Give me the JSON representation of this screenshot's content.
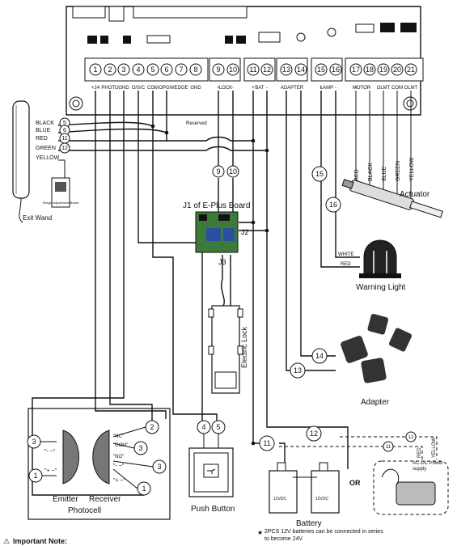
{
  "terminals": [
    {
      "n": "1",
      "label": "+24"
    },
    {
      "n": "2",
      "label": "PHOTO"
    },
    {
      "n": "3",
      "label": "GND"
    },
    {
      "n": "4",
      "label": "O/S/C"
    },
    {
      "n": "5",
      "label": "COM"
    },
    {
      "n": "6",
      "label": "OPGW"
    },
    {
      "n": "7",
      "label": "EDGE"
    },
    {
      "n": "8",
      "label": "GND"
    },
    {
      "n": "9",
      "label": "+"
    },
    {
      "n": "10",
      "label": "-"
    },
    {
      "n": "11",
      "label": "+"
    },
    {
      "n": "12",
      "label": "-"
    },
    {
      "n": "13",
      "label": ""
    },
    {
      "n": "14",
      "label": ""
    },
    {
      "n": "15",
      "label": "+"
    },
    {
      "n": "16",
      "label": "-"
    },
    {
      "n": "17",
      "label": "+"
    },
    {
      "n": "18",
      "label": "-"
    },
    {
      "n": "19",
      "label": "OLMT"
    },
    {
      "n": "20",
      "label": "COM"
    },
    {
      "n": "21",
      "label": "OLMT"
    }
  ],
  "group_labels": {
    "lock": "LOCK",
    "bat": "BAT",
    "adapter": "ADAPTER",
    "lamp": "LAMP",
    "motor": "MOTOR"
  },
  "wand_wires": [
    {
      "color": "BLACK",
      "n": "5"
    },
    {
      "color": "BLUE",
      "n": "6"
    },
    {
      "color": "RED",
      "n": "11"
    },
    {
      "color": "GREEN",
      "n": "12"
    },
    {
      "color": "YELLOW",
      "n": ""
    }
  ],
  "reserved": "Reserved",
  "exit_wand": "Exit Wand",
  "range_board": "Range Adjustment Board",
  "j1": "J1 of E-Plus Board",
  "j2": "J2",
  "j3": "J3",
  "electric_lock": "Electric Lock",
  "actuator": "Actuator",
  "actuator_wires": [
    "RED",
    "BLACK",
    "BLUE",
    "GREEN",
    "YELLOW"
  ],
  "warning_light": "Warning Light",
  "lamp_wires": [
    "WHITE",
    "RED"
  ],
  "adapter": "Adapter",
  "emitter": "Emitter",
  "receiver": "Receiver",
  "photocell": "Photocell",
  "pins": {
    "nc": "\"NC\"",
    "com": "\"COM\"",
    "no": "\"NO\"",
    "plus": "\"+ ~\"",
    "minus": "\"- ~\""
  },
  "push_button": "Push Button",
  "battery": "Battery",
  "battery_cell": "12VDC",
  "or": "OR",
  "psu": "AC-DC Power supply",
  "battery_note": "2PCS 12V batteries can be connected in series to become 24V",
  "important": "Important Note:"
}
